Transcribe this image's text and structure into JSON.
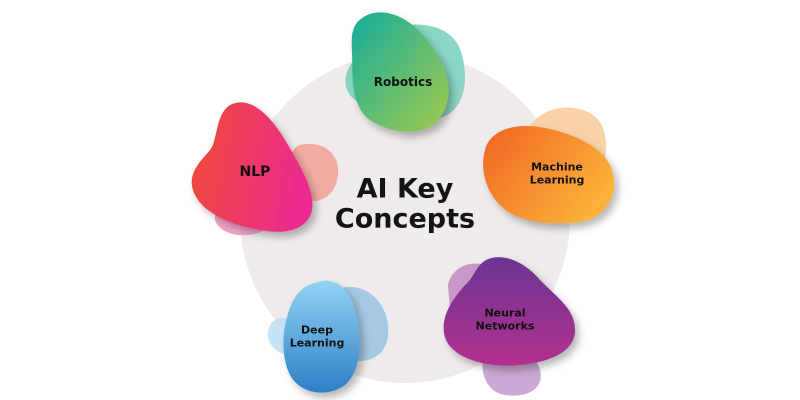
{
  "diagram": {
    "title_line1": "AI Key",
    "title_line2": "Concepts",
    "background_circle_color": "#efebeb",
    "nodes": [
      {
        "id": "robotics",
        "line1": "Robotics",
        "line2": "",
        "colors": [
          "#1bb09a",
          "#9dc94f"
        ],
        "back_color": "#7fd3c0"
      },
      {
        "id": "machine-learning",
        "line1": "Machine",
        "line2": "Learning",
        "colors": [
          "#f26a21",
          "#fbb03b"
        ],
        "back_color": "#f9cfa2"
      },
      {
        "id": "neural-networks",
        "line1": "Neural",
        "line2": "Networks",
        "colors": [
          "#6a3592",
          "#b02f8f"
        ],
        "back_color": "#c896c6"
      },
      {
        "id": "deep-learning",
        "line1": "Deep",
        "line2": "Learning",
        "colors": [
          "#8ccdf1",
          "#2f83c8"
        ],
        "back_color": "#9fc6e0"
      },
      {
        "id": "nlp",
        "line1": "NLP",
        "line2": "",
        "colors": [
          "#ee4a36",
          "#ec2a8c"
        ],
        "back_color": "#f0a79e"
      }
    ]
  }
}
